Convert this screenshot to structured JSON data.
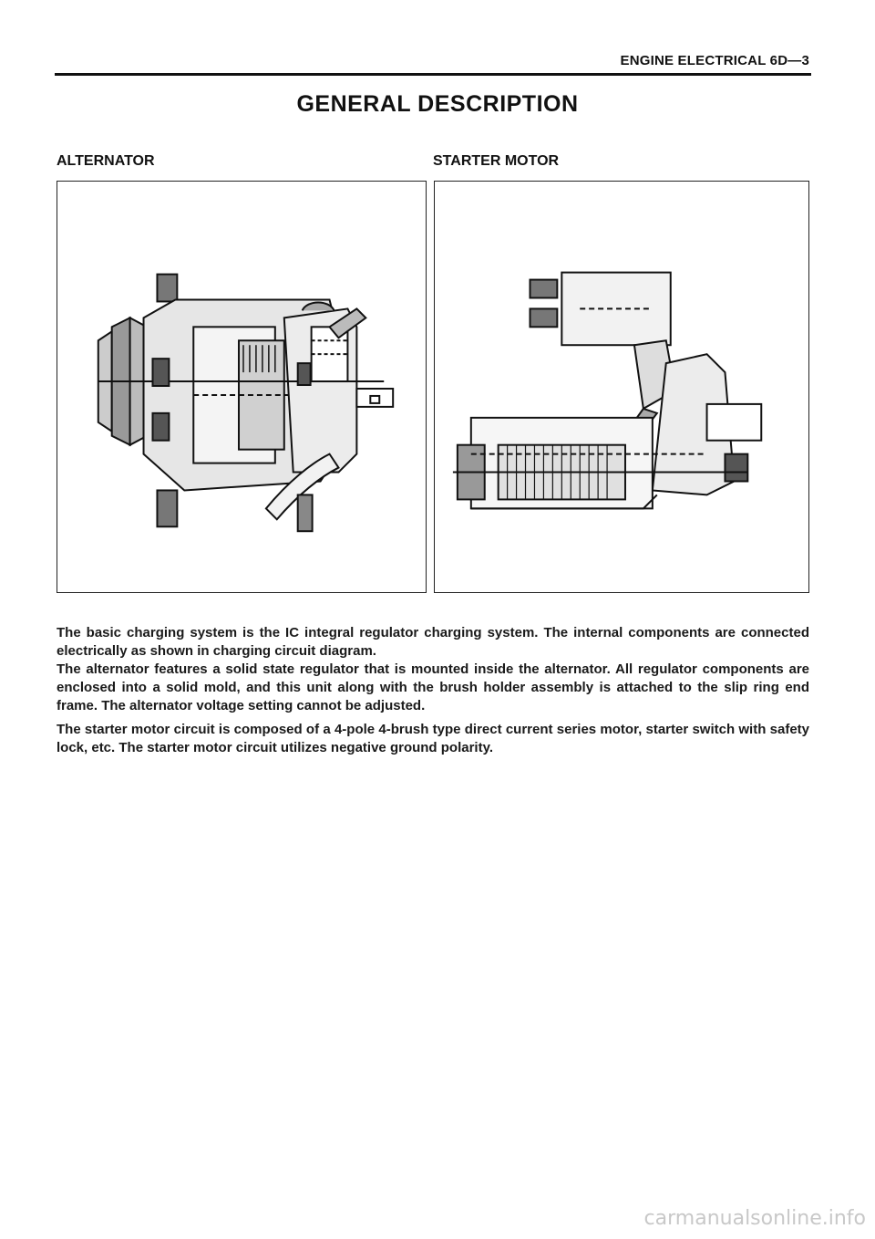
{
  "header": {
    "section": "ENGINE ELECTRICAL",
    "page": "6D—3"
  },
  "title": "GENERAL DESCRIPTION",
  "figures": {
    "alternator_label": "ALTERNATOR",
    "starter_label": "STARTER MOTOR"
  },
  "paragraphs": [
    "The basic charging system is the IC integral regulator charging system.  The internal components are connected electrically as shown in charging circuit diagram.",
    "The alternator features a solid state regulator that is mounted inside the alternator.  All regulator components are enclosed into a solid mold, and this unit along with the brush holder assembly is attached to the slip ring end frame.  The alternator voltage setting cannot be adjusted.",
    "The starter motor circuit is composed of a 4-pole 4-brush type direct current series motor, starter switch with safety lock, etc.  The starter motor circuit utilizes negative ground polarity."
  ],
  "watermark": "carmanualsonline.info"
}
